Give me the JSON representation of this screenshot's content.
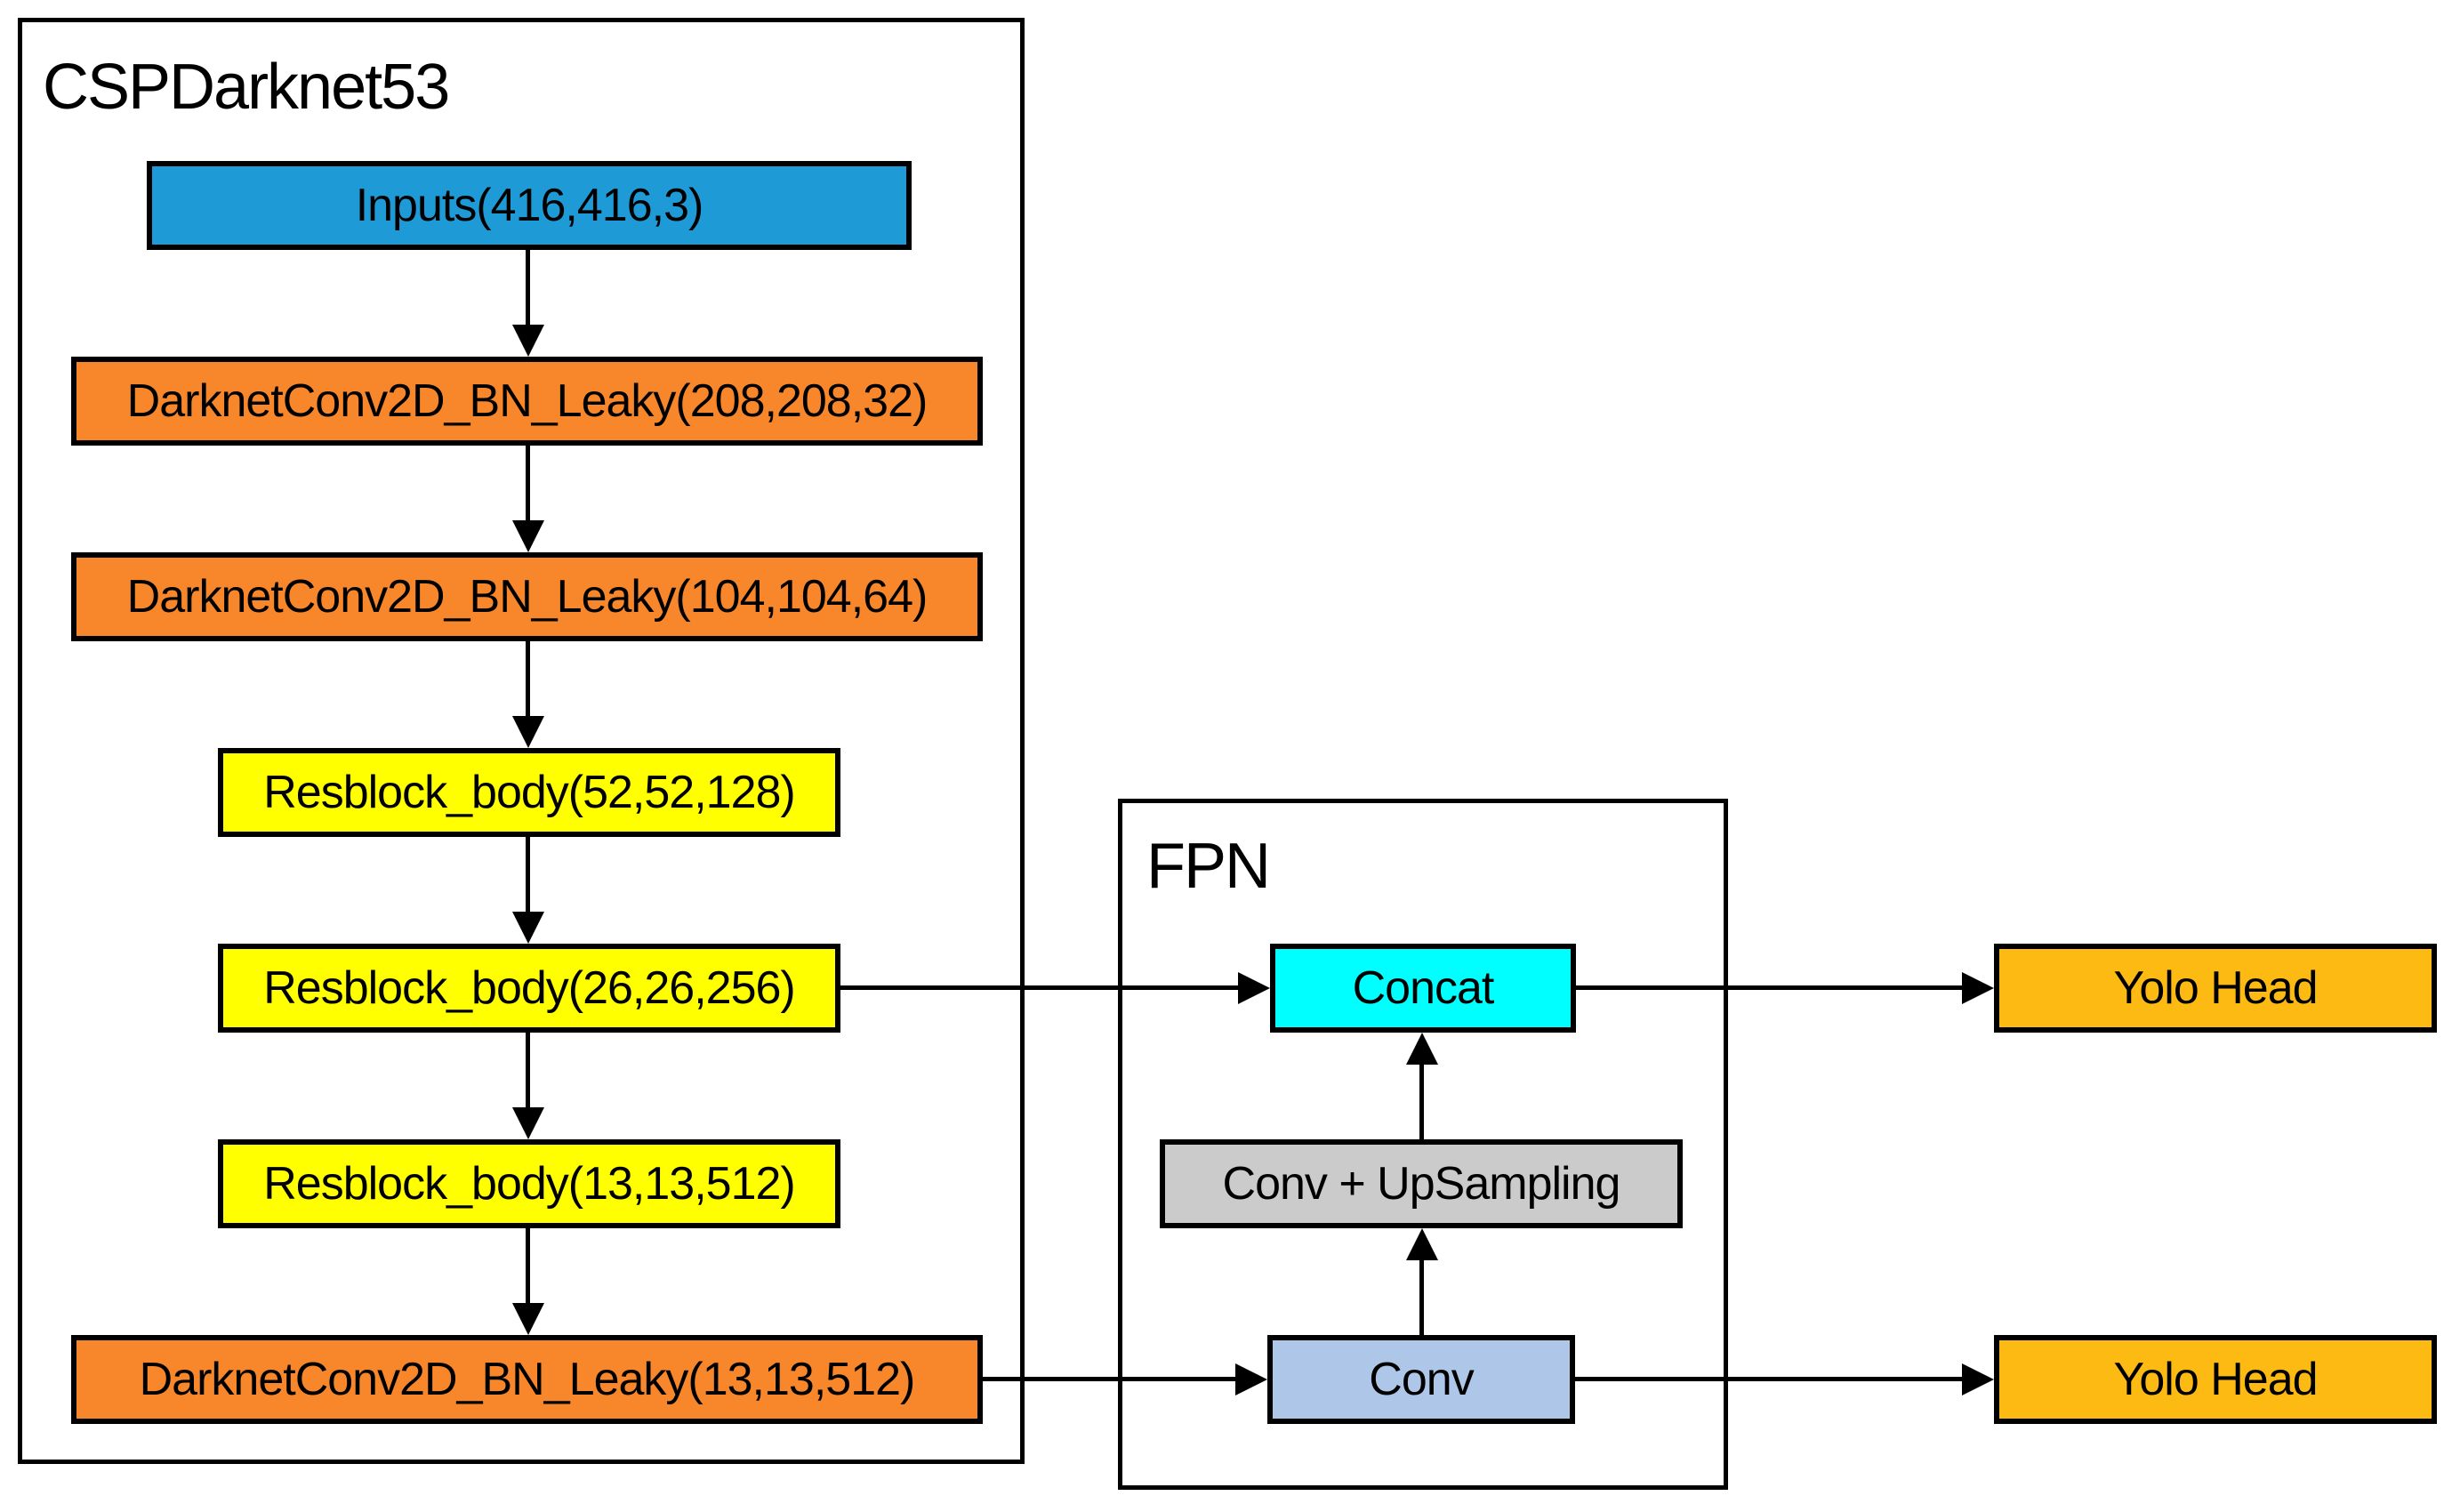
{
  "diagram": {
    "backbone": {
      "title": "CSPDarknet53",
      "nodes": [
        {
          "id": "inputs",
          "label": "Inputs(416,416,3)",
          "color": "#1E9BD7"
        },
        {
          "id": "conv208",
          "label": "DarknetConv2D_BN_Leaky(208,208,32)",
          "color": "#F8862B"
        },
        {
          "id": "conv104",
          "label": "DarknetConv2D_BN_Leaky(104,104,64)",
          "color": "#F8862B"
        },
        {
          "id": "res52",
          "label": "Resblock_body(52,52,128)",
          "color": "#FFFF00"
        },
        {
          "id": "res26",
          "label": "Resblock_body(26,26,256)",
          "color": "#FFFF00"
        },
        {
          "id": "res13",
          "label": "Resblock_body(13,13,512)",
          "color": "#FFFF00"
        },
        {
          "id": "conv13",
          "label": "DarknetConv2D_BN_Leaky(13,13,512)",
          "color": "#F8862B"
        }
      ]
    },
    "fpn": {
      "title": "FPN",
      "nodes": [
        {
          "id": "concat",
          "label": "Concat",
          "color": "#00FFFF"
        },
        {
          "id": "conv_upsampling",
          "label": "Conv + UpSampling",
          "color": "#CBCBCB"
        },
        {
          "id": "conv",
          "label": "Conv",
          "color": "#AEC7E8"
        }
      ]
    },
    "heads": [
      {
        "id": "yolo_head_top",
        "label": "Yolo Head",
        "color": "#FDBA12"
      },
      {
        "id": "yolo_head_bottom",
        "label": "Yolo Head",
        "color": "#FDBA12"
      }
    ],
    "line_color": "#000000",
    "background_color": "#FFFFFF"
  }
}
